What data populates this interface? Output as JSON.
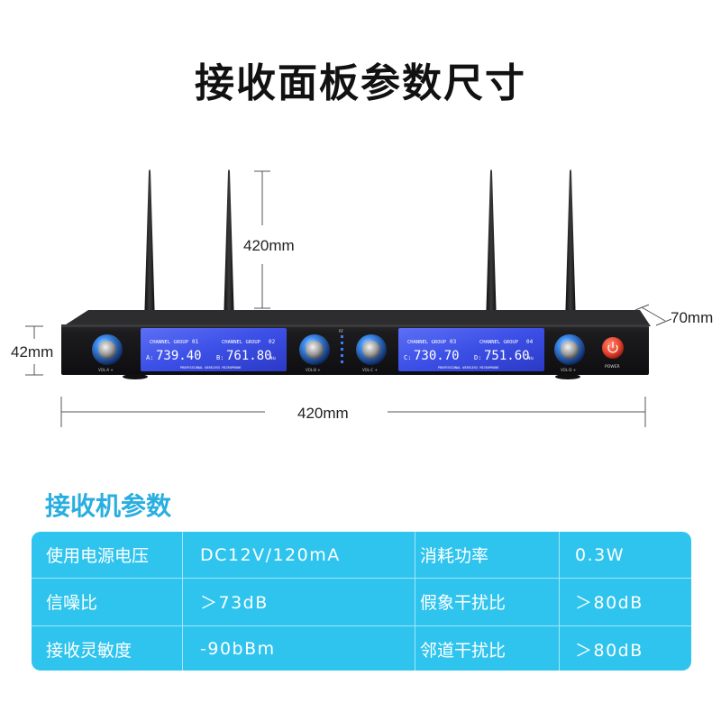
{
  "title": "接收面板参数尺寸",
  "dimensions": {
    "antenna_height": "420mm",
    "width": "420mm",
    "height": "42mm",
    "depth": "70mm"
  },
  "device": {
    "lcd1": {
      "header_a": "CHANNEL GROUP",
      "header_b": "CHANNEL GROUP",
      "group_a": "01",
      "group_b": "02",
      "channel_a": "A:",
      "freq_a": "739.40",
      "channel_b": "B:",
      "freq_b": "761.80",
      "unit": "MHz",
      "footer": "PROFESSIONAL WIRELESS MICROPHONE"
    },
    "lcd2": {
      "header_a": "CHANNEL GROUP",
      "header_b": "CHANNEL GROUP",
      "group_a": "03",
      "group_b": "04",
      "channel_a": "C:",
      "freq_a": "730.70",
      "channel_b": "D:",
      "freq_b": "751.60",
      "unit": "MHz",
      "footer": "PROFESSIONAL WIRELESS MICROPHONE"
    },
    "knob_labels": [
      "VOL-A +",
      "VOL-B +",
      "VOL-C +",
      "VOL-D +"
    ],
    "rf_label": "RF",
    "power_label": "POWER"
  },
  "specs": {
    "section_title": "接收机参数",
    "rows": [
      {
        "label1": "使用电源电压",
        "value1": "DC12V/120mA",
        "label2": "消耗功率",
        "value2": "0.3W"
      },
      {
        "label1": "信噪比",
        "value1": "＞73dB",
        "label2": "假象干扰比",
        "value2": "＞80dB"
      },
      {
        "label1": "接收灵敏度",
        "value1": "-90bBm",
        "label2": "邻道干扰比",
        "value2": "＞80dB"
      }
    ]
  },
  "colors": {
    "accent": "#29aee0",
    "table_bg": "#2fc4ee",
    "lcd_bg": "#3a4fe0",
    "device_body": "#1b1b1d",
    "power_button": "#e8432e"
  }
}
